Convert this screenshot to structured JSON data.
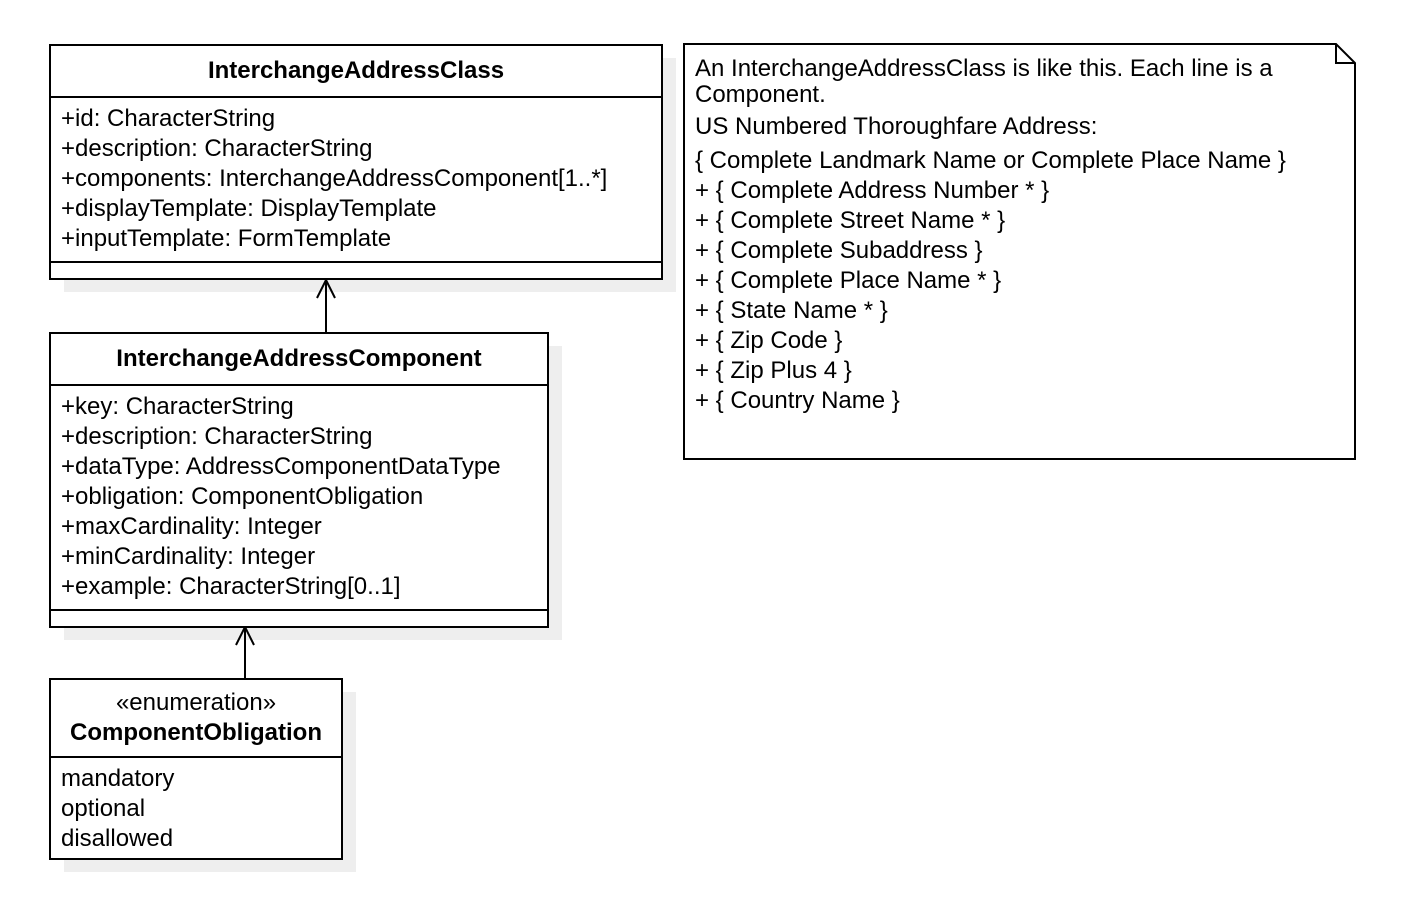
{
  "classes": {
    "address_class": {
      "name": "InterchangeAddressClass",
      "attributes": [
        "+id: CharacterString",
        "+description: CharacterString",
        "+components: InterchangeAddressComponent[1..*]",
        "+displayTemplate: DisplayTemplate",
        "+inputTemplate: FormTemplate"
      ]
    },
    "address_component": {
      "name": "InterchangeAddressComponent",
      "attributes": [
        "+key: CharacterString",
        "+description: CharacterString",
        "+dataType: AddressComponentDataType",
        "+obligation: ComponentObligation",
        "+maxCardinality: Integer",
        "+minCardinality: Integer",
        "+example: CharacterString[0..1]"
      ]
    },
    "obligation_enum": {
      "stereotype": "«enumeration»",
      "name": "ComponentObligation",
      "literals": [
        "mandatory",
        "optional",
        "disallowed"
      ]
    }
  },
  "note": {
    "intro_1": "An InterchangeAddressClass is like this. Each line is a",
    "intro_2": "Component.",
    "lines": [
      "US Numbered Thoroughfare Address:",
      "{ Complete Landmark Name or Complete Place Name }",
      "+ { Complete Address Number * }",
      "+ { Complete Street Name * }",
      "+ { Complete Subaddress }",
      "+ { Complete Place Name * }",
      "+ { State Name * }",
      "+ { Zip Code }",
      "+ { Zip Plus 4 }",
      "+ { Country Name }"
    ]
  }
}
